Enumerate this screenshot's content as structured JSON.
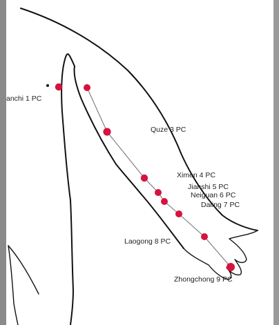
{
  "colors": {
    "point": "#d6123f",
    "edge_band": "#8a8a8a"
  },
  "points": [
    {
      "label": "anchi 1 PC"
    },
    {
      "label": ""
    },
    {
      "label": "Quze 3 PC"
    },
    {
      "label": "Ximen 4 PC"
    },
    {
      "label": "Jianshi 5 PC"
    },
    {
      "label": "Neiguan 6 PC"
    },
    {
      "label": "Daling 7 PC"
    },
    {
      "label": "Laogong 8 PC"
    },
    {
      "label": "Zhongchong 9 PC"
    }
  ]
}
